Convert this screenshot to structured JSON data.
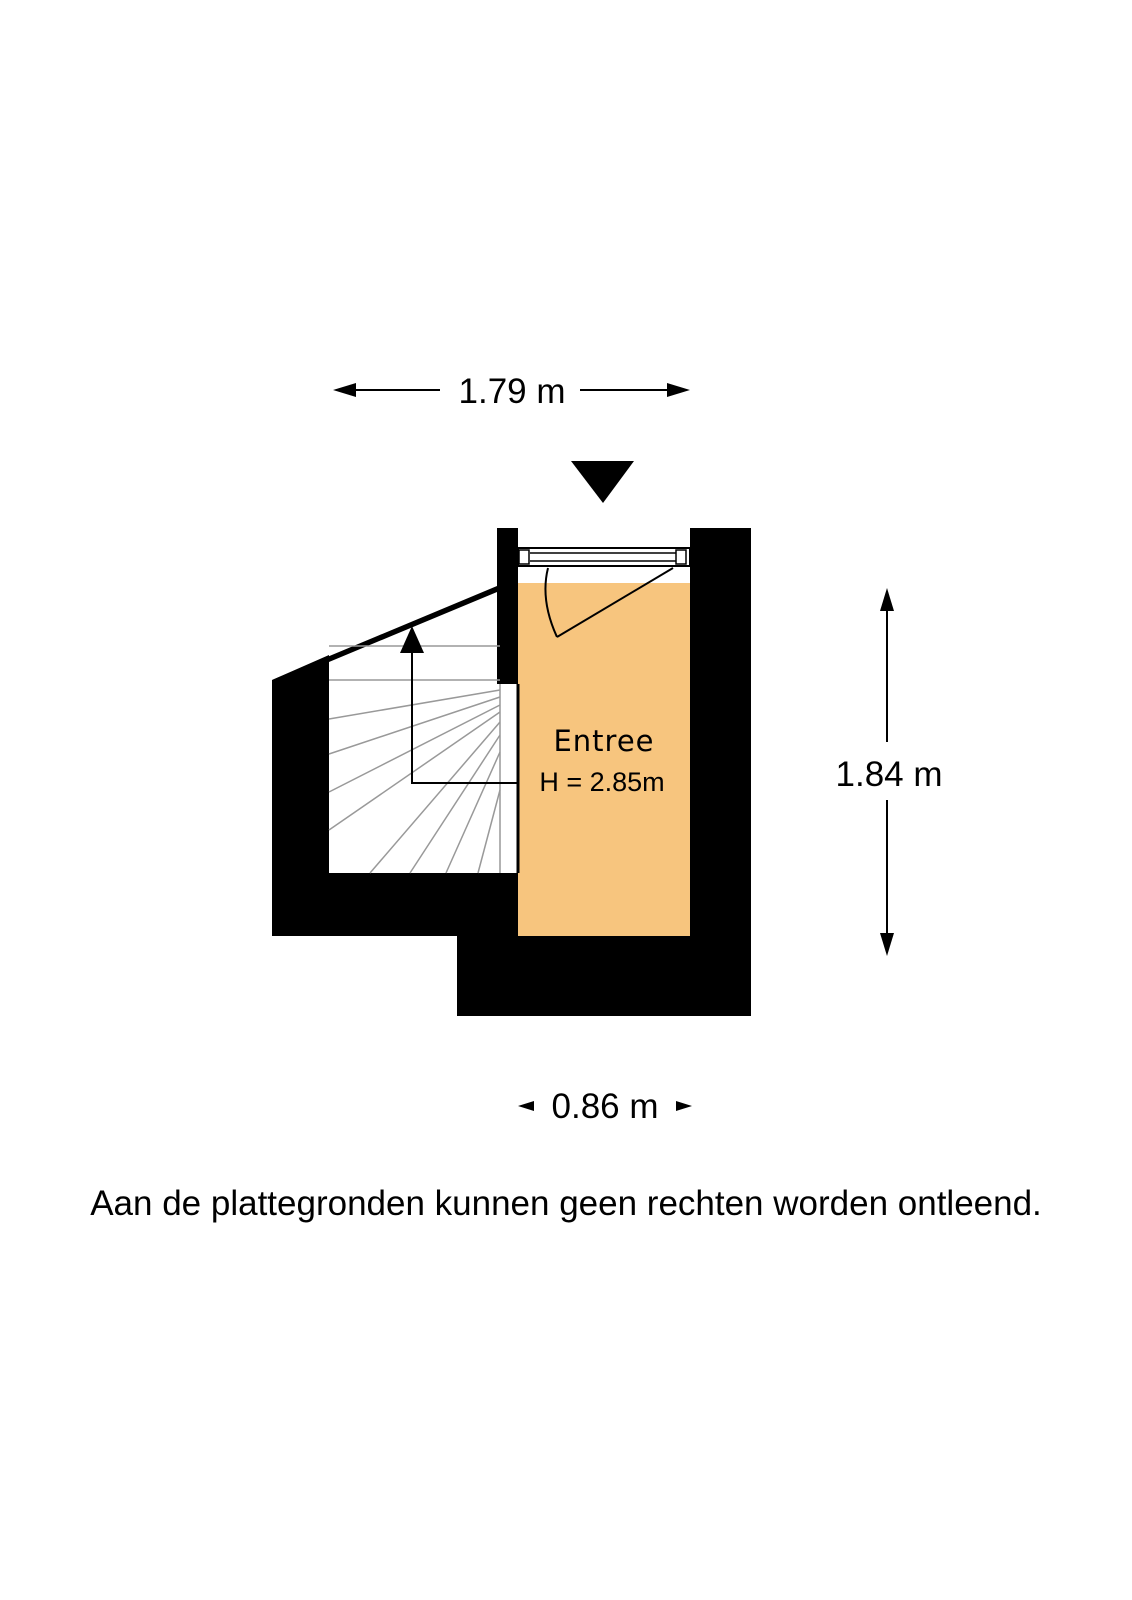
{
  "dimensions": {
    "width_top": "1.79 m",
    "height_right": "1.84 m",
    "width_bottom": "0.86 m"
  },
  "rooms": [
    {
      "name": "Entree",
      "height_label": "H = 2.85m",
      "fill_color": "#F7C57E"
    }
  ],
  "colors": {
    "wall": "#000000",
    "stair_lines": "#999999"
  },
  "icons": {
    "entrance_marker": "triangle-down-icon",
    "stair_direction": "arrow-up-icon"
  },
  "disclaimer": "Aan de plattegronden kunnen geen rechten worden ontleend."
}
